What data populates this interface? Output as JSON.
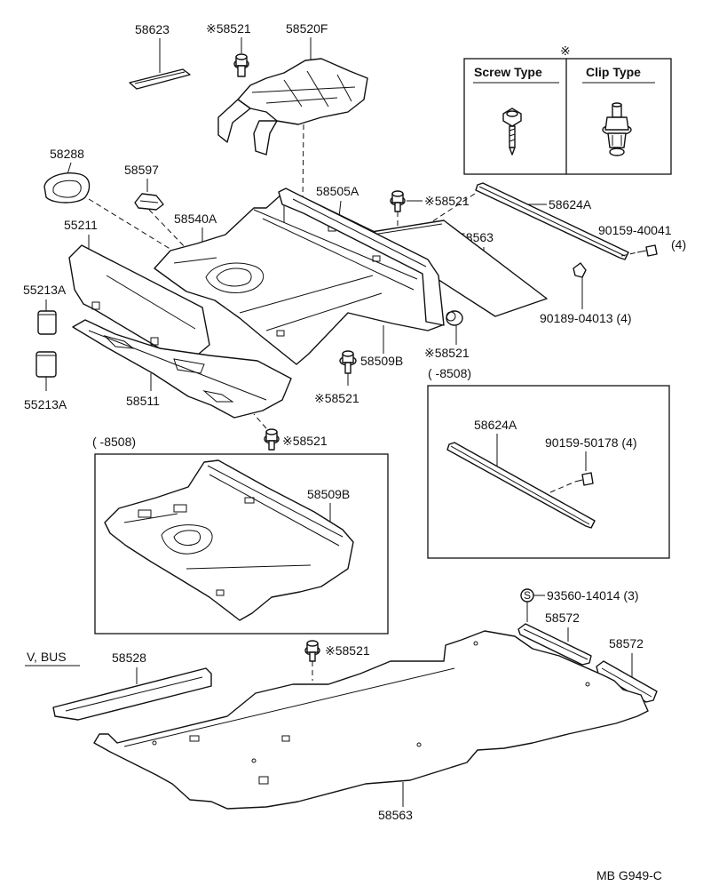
{
  "labels": {
    "p58623": "58623",
    "p58521_top": "※58521",
    "p58520F": "58520F",
    "p58288": "58288",
    "p58597": "58597",
    "p58505A": "58505A",
    "p58521_mid": "※58521",
    "p58624A_top": "58624A",
    "p55211": "55211",
    "p58540A": "58540A",
    "p58563_top": "58563",
    "p90159_40041": "90159-40041",
    "p90159_40041_qty": "(4)",
    "p55213A_a": "55213A",
    "p90189_04013": "90189-04013 (4)",
    "p58521_right": "※58521",
    "p58509B_top": "58509B",
    "p58511": "58511",
    "p55213A_b": "55213A",
    "p58521_lower": "※58521",
    "p58521_center": "※58521",
    "p58509B_box": "58509B",
    "p58624A_box": "58624A",
    "p90159_50178": "90159-50178 (4)",
    "s_symbol": "S",
    "p93560": "93560-14014 (3)",
    "p58572_a": "58572",
    "p58572_b": "58572",
    "v_bus": "V, BUS",
    "p58528": "58528",
    "p58521_bottom": "※58521",
    "p58563_bottom": "58563",
    "diagram_code": "MB G949-C"
  },
  "legend": {
    "mark": "※",
    "screw_type": "Screw Type",
    "clip_type": "Clip Type"
  },
  "boxes": {
    "left_range": "(        -8508)",
    "right_range": "(        -8508)"
  }
}
